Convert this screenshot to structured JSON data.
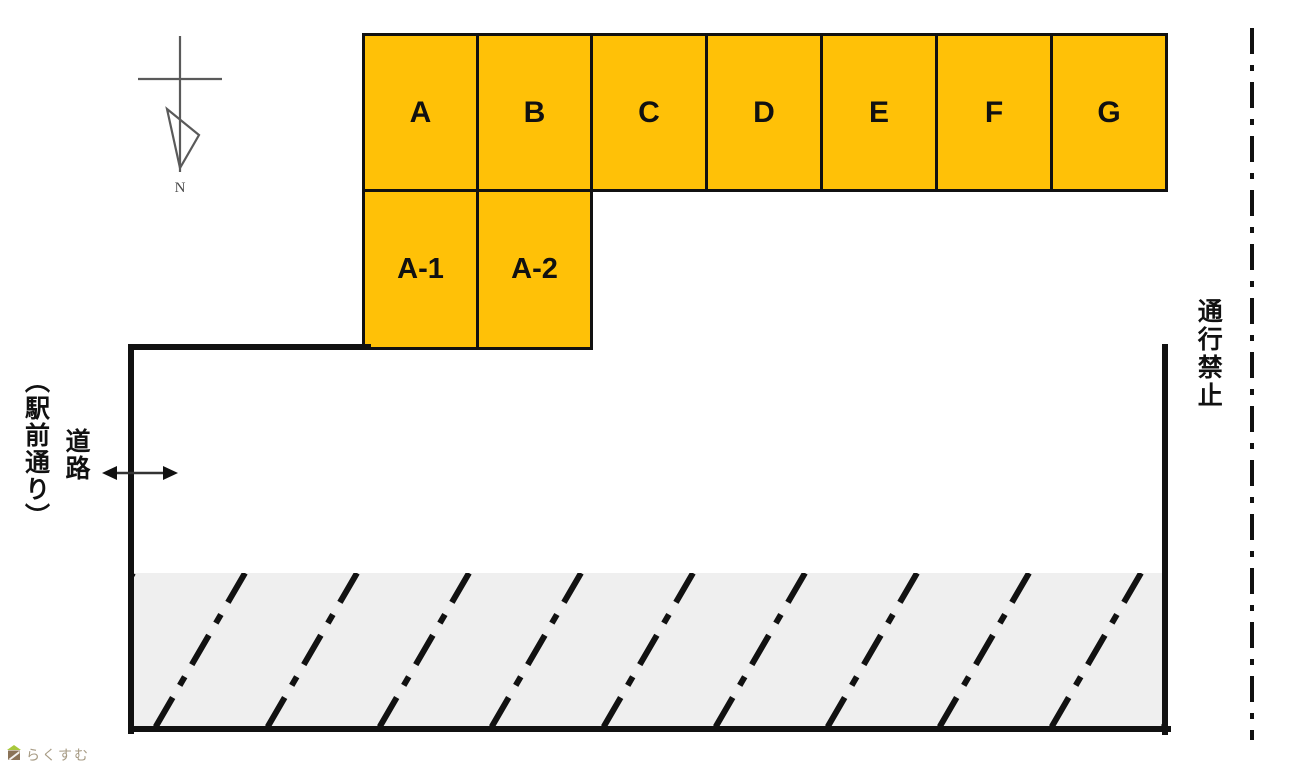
{
  "diagram": {
    "title": "parking-lot-site-plan",
    "colors": {
      "stall_fill": "#FFC107",
      "stall_border": "#111111",
      "hatch_fill": "#efefef",
      "outline": "#111111",
      "watermark_text": "#a79b84"
    }
  },
  "compass": {
    "label": "N",
    "icon": "compass-north-icon"
  },
  "stalls": {
    "top_row": [
      {
        "label": "A",
        "width": 114,
        "height": 156
      },
      {
        "label": "B",
        "width": 114,
        "height": 156
      },
      {
        "label": "C",
        "width": 115,
        "height": 156
      },
      {
        "label": "D",
        "width": 115,
        "height": 156
      },
      {
        "label": "E",
        "width": 115,
        "height": 156
      },
      {
        "label": "F",
        "width": 115,
        "height": 156
      },
      {
        "label": "G",
        "width": 115,
        "height": 156
      }
    ],
    "second_row": [
      {
        "label": "A-1",
        "width": 114,
        "height": 158
      },
      {
        "label": "A-2",
        "width": 114,
        "height": 158
      }
    ]
  },
  "labels": {
    "road_name": "（駅前通り）",
    "road_word": "道路",
    "no_through_traffic": "通行禁止"
  },
  "annotations": {
    "width_arrow": "road-width-double-arrow",
    "boundary_line": "property-boundary-dash-dot-line",
    "hatched_area": "hatched-restricted-area"
  },
  "watermark": {
    "text": "らくすむ",
    "icon": "house-logo-icon"
  }
}
